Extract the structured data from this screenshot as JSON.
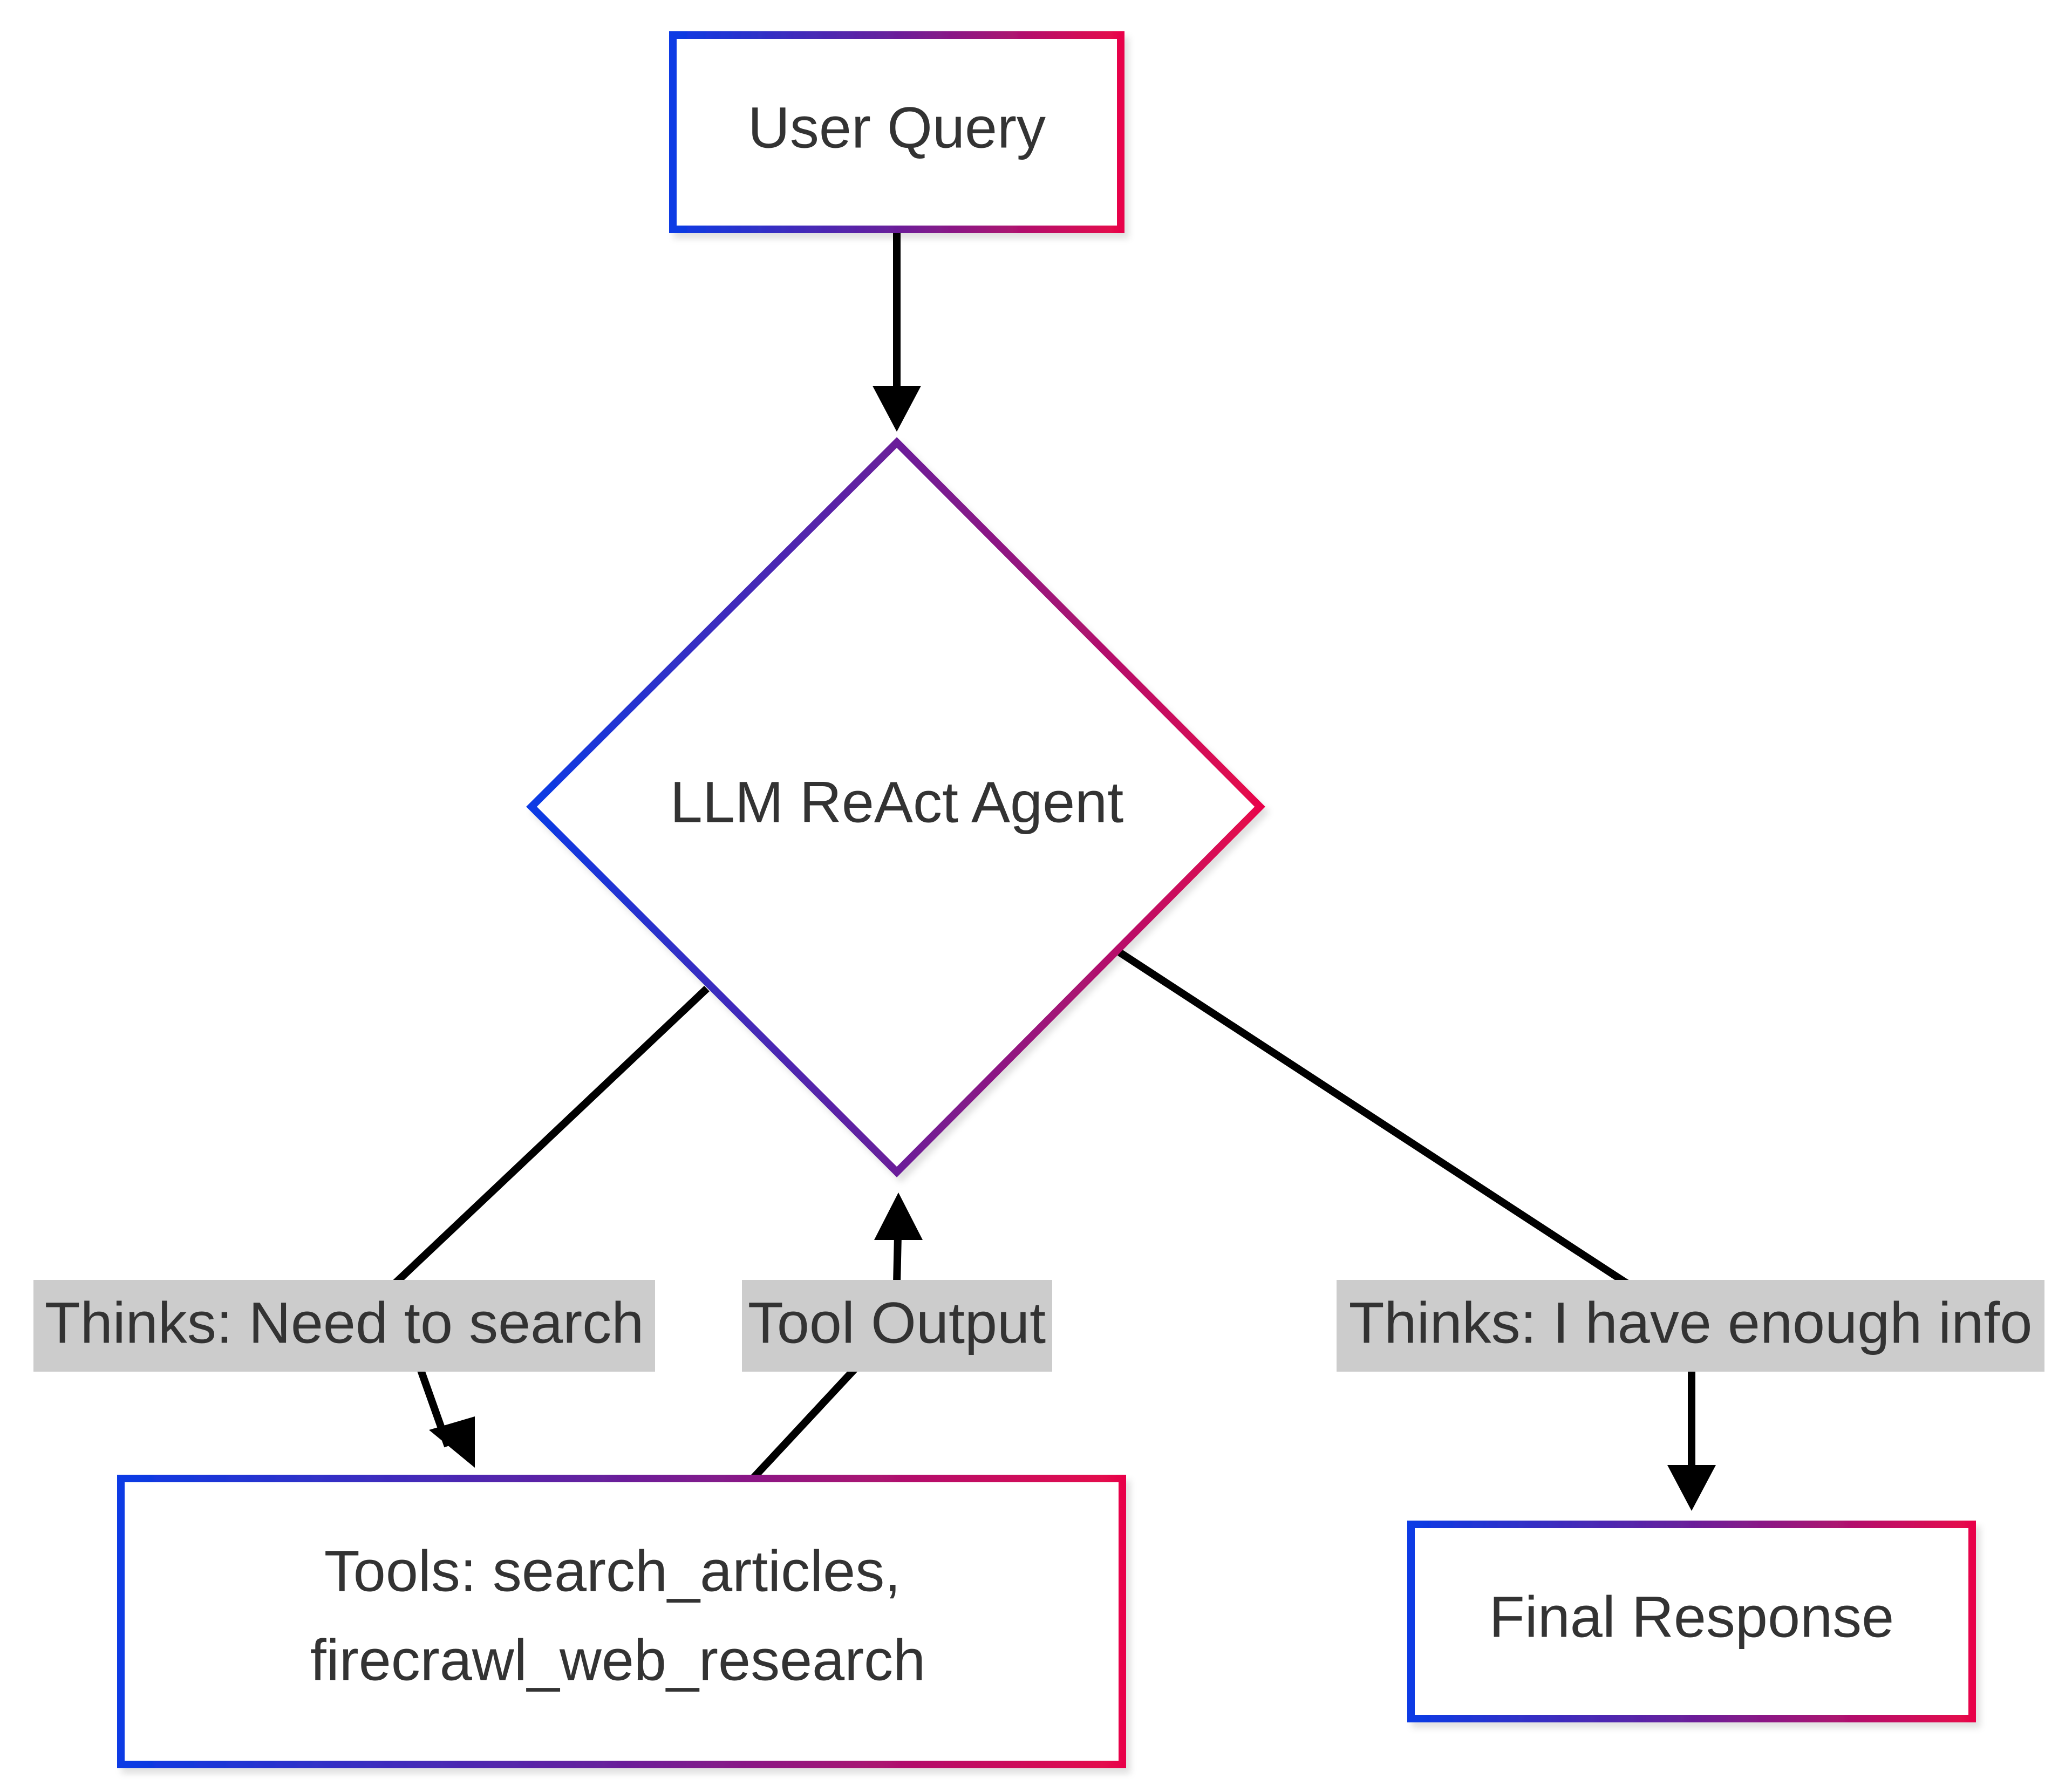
{
  "diagram": {
    "type": "flowchart",
    "nodes": {
      "user_query": {
        "label": "User Query"
      },
      "agent": {
        "label": "LLM ReAct Agent"
      },
      "tools": {
        "label_line1": "Tools: search_articles,",
        "label_line2": "firecrawl_web_research"
      },
      "final_response": {
        "label": "Final Response"
      }
    },
    "edges": {
      "query_to_agent": {
        "label": ""
      },
      "agent_to_tools": {
        "label": "Thinks: Need to search"
      },
      "tools_to_agent": {
        "label": "Tool Output"
      },
      "agent_to_final": {
        "label": "Thinks: I have enough info"
      }
    }
  },
  "colors": {
    "gradient_start": "#0b3be5",
    "gradient_mid": "#6a1f9a",
    "gradient_end": "#e8064a",
    "edge": "#000000",
    "edge_label_bg": "#cccccc",
    "text": "#333333",
    "node_fill": "#ffffff"
  }
}
